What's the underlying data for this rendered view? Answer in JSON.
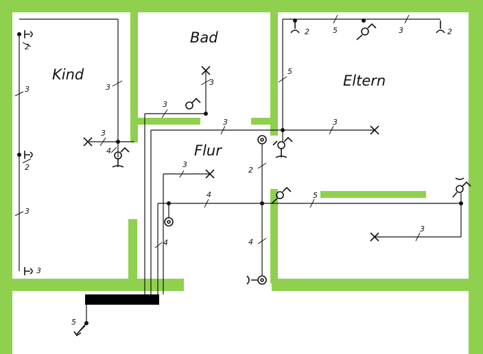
{
  "rooms": {
    "kind": "Kind",
    "bad": "Bad",
    "eltern": "Eltern",
    "flur": "Flur"
  },
  "wire_counts": {
    "kind_top_socket": "2",
    "kind_vertical_1": "3",
    "kind_to_switch": "3",
    "kind_lamp": "3",
    "kind_switch_feed": "4",
    "kind_mid_socket": "2",
    "kind_vertical_2": "3",
    "kind_bottom_socket": "3",
    "bad_lamp": "3",
    "bad_switch": "3",
    "flur_to_eltern": "3",
    "eltern_lamp": "3",
    "eltern_top_left_socket": "2",
    "eltern_top_line": "5",
    "eltern_top_mid": "3",
    "eltern_top_right_socket": "2",
    "eltern_vertical": "5",
    "flur_socket_line": "2",
    "flur_lamp": "3",
    "flur_main": "4",
    "flur_right": "5",
    "flur_riser": "4",
    "flur_vertical_low": "4",
    "eltern_lower_lamp": "3",
    "outgoing": "5"
  }
}
